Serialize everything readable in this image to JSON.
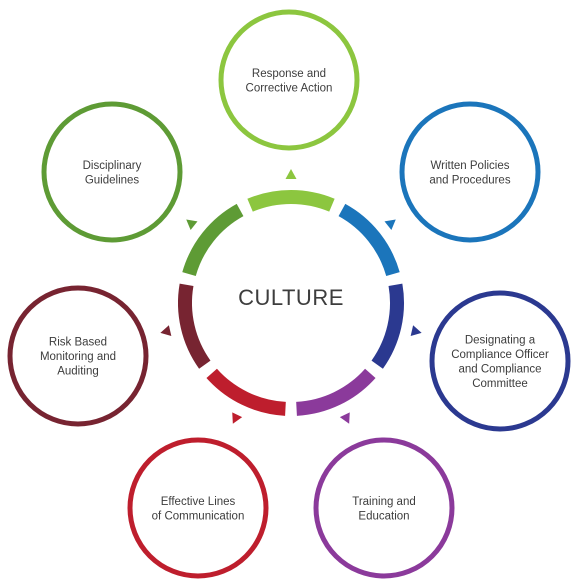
{
  "center": {
    "label": "CULTURE"
  },
  "nodes": [
    {
      "id": "response",
      "lines": [
        "Response and",
        "Corrective Action"
      ],
      "color": "#8cc63f"
    },
    {
      "id": "policies",
      "lines": [
        "Written Policies",
        "and Procedures"
      ],
      "color": "#1b75bb"
    },
    {
      "id": "officer",
      "lines": [
        "Designating a",
        "Compliance Officer",
        "and Compliance",
        "Committee"
      ],
      "color": "#2b3990"
    },
    {
      "id": "training",
      "lines": [
        "Training and",
        "Education"
      ],
      "color": "#8b3a9b"
    },
    {
      "id": "communication",
      "lines": [
        "Effective Lines",
        "of Communication"
      ],
      "color": "#be1e2d"
    },
    {
      "id": "monitoring",
      "lines": [
        "Risk Based",
        "Monitoring and",
        "Auditing"
      ],
      "color": "#772431"
    },
    {
      "id": "disciplinary",
      "lines": [
        "Disciplinary",
        "Guidelines"
      ],
      "color": "#5e9b35"
    }
  ]
}
